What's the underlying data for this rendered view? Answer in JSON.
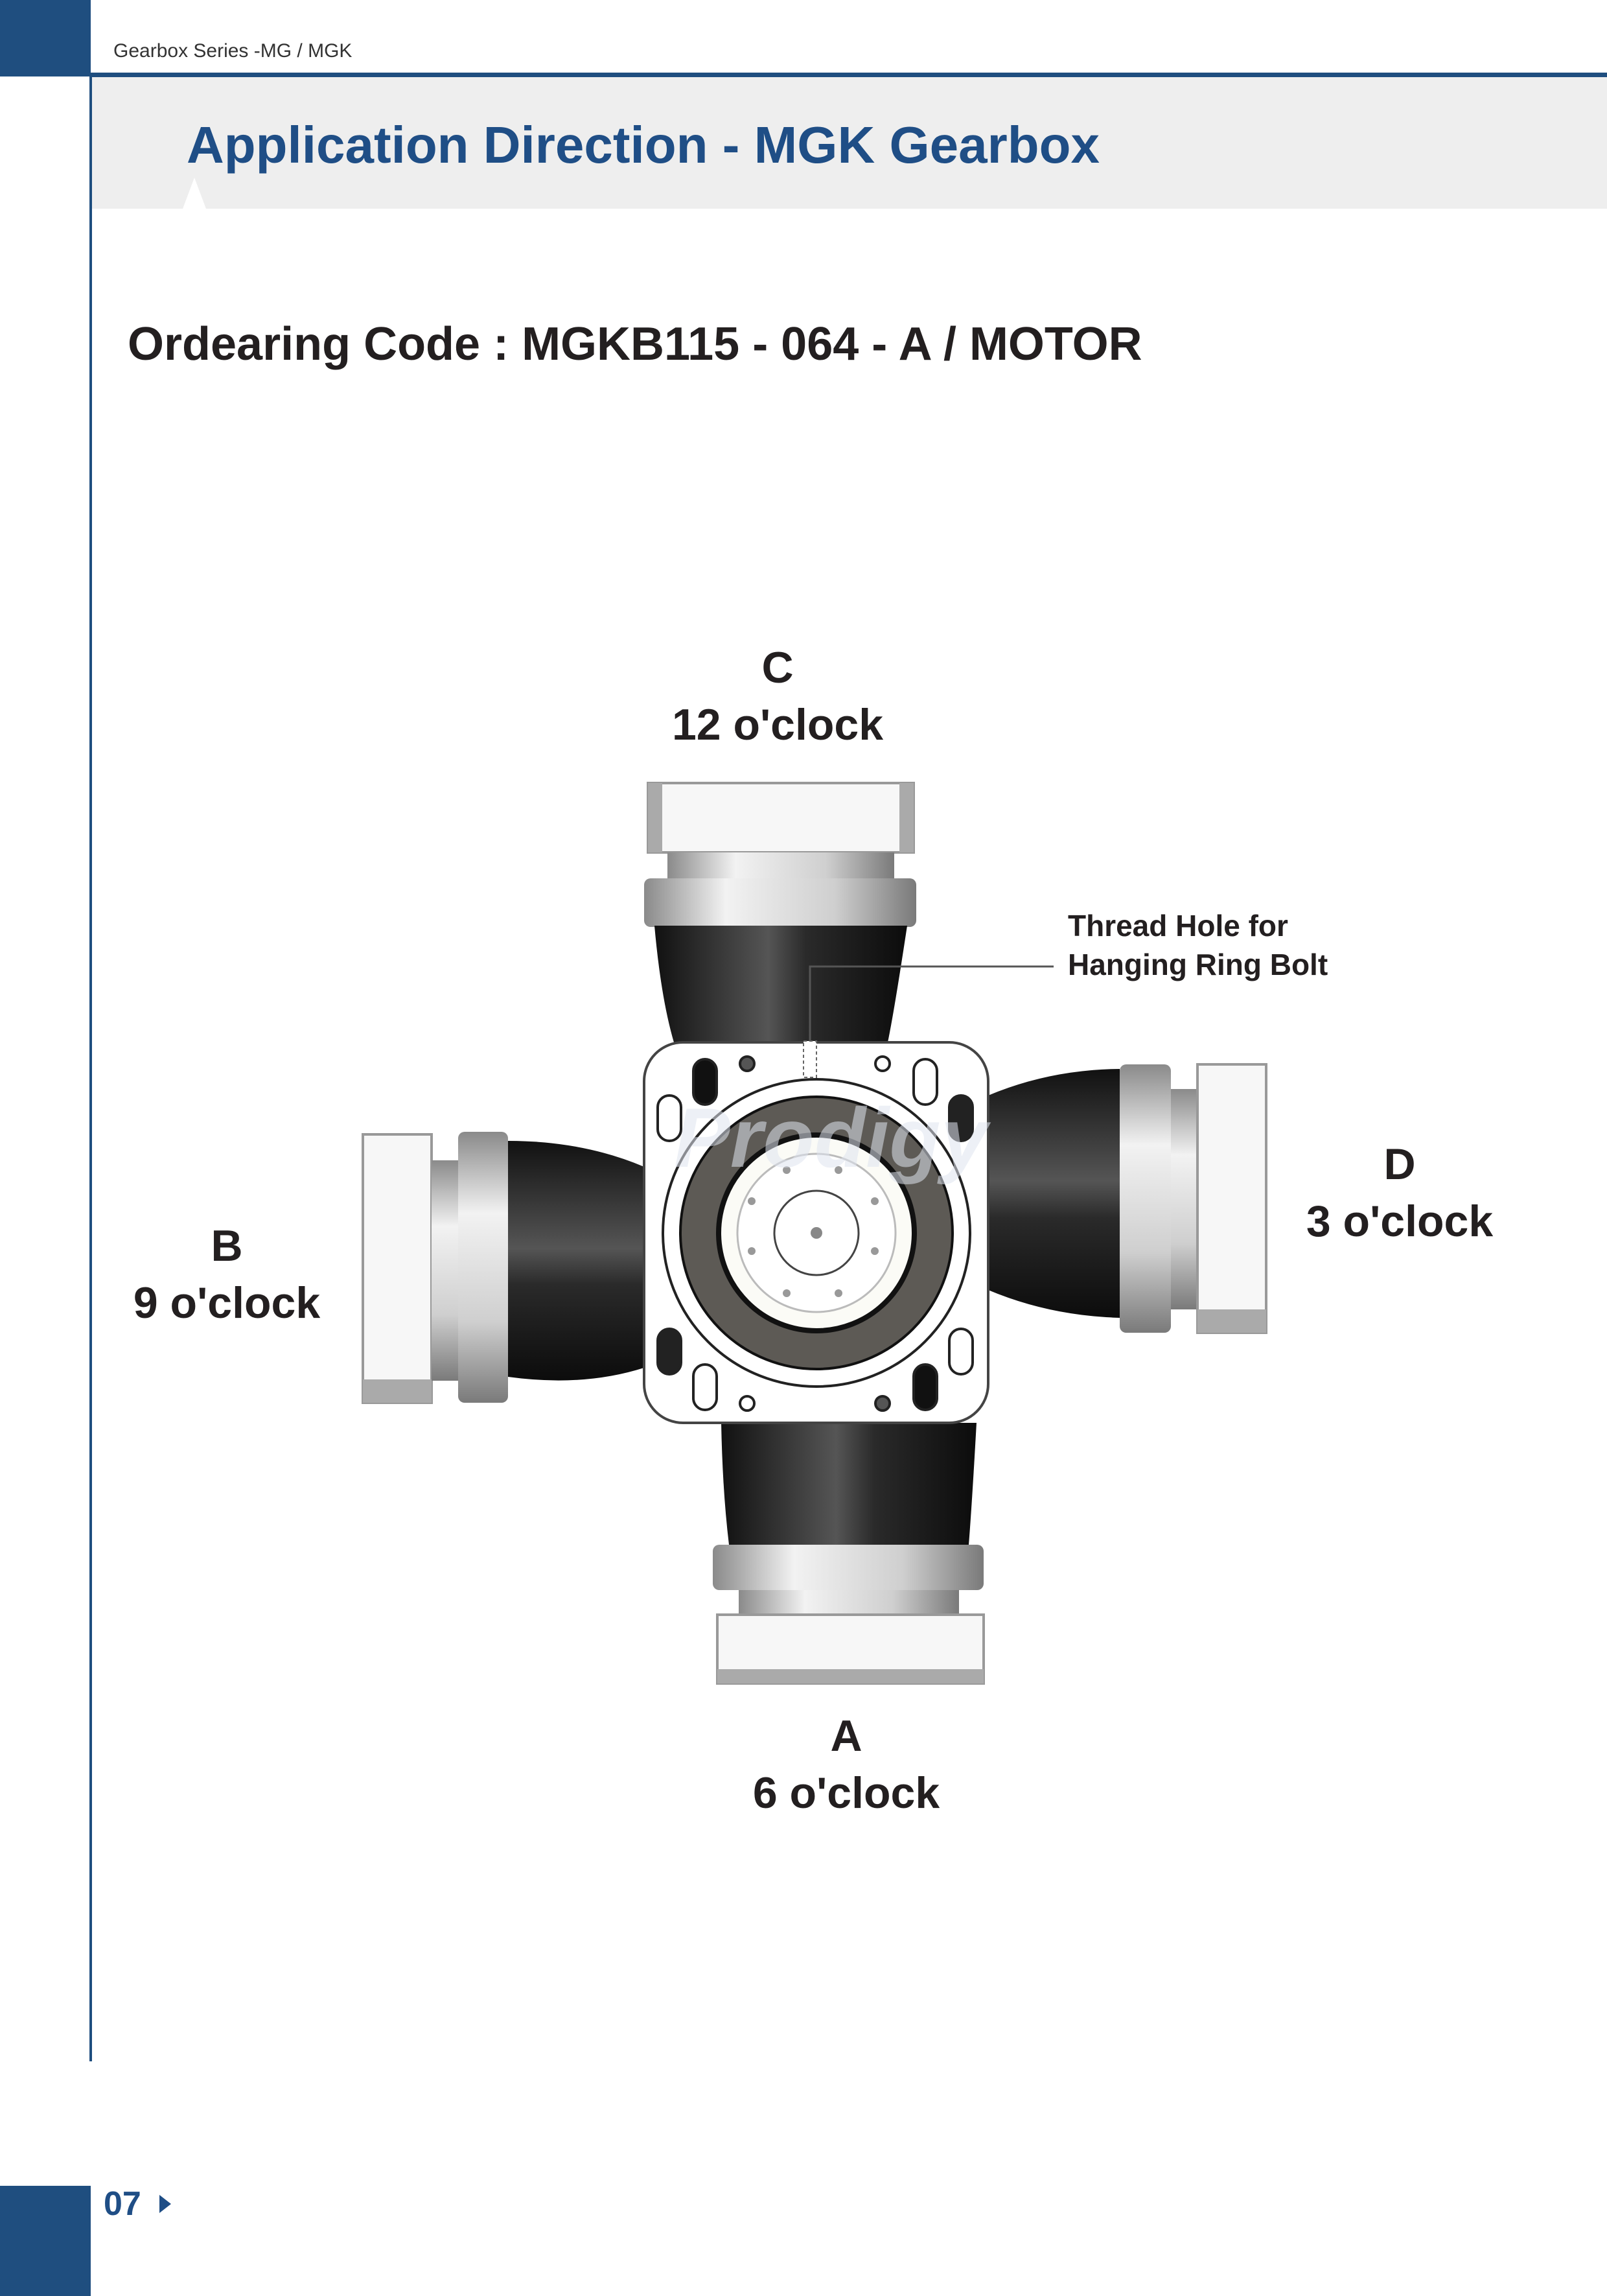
{
  "header": {
    "series": "Gearbox Series -MG / MGK",
    "title": "Application Direction - MGK Gearbox"
  },
  "ordering_code": "Ordearing Code : MGKB115 - 064 - A / MOTOR",
  "directions": {
    "c": {
      "letter": "C",
      "clock": "12 o'clock"
    },
    "d": {
      "letter": "D",
      "clock": "3 o'clock"
    },
    "b": {
      "letter": "B",
      "clock": "9 o'clock"
    },
    "a": {
      "letter": "A",
      "clock": "6 o'clock"
    }
  },
  "callout": {
    "line1": "Thread Hole for",
    "line2": "Hanging Ring Bolt"
  },
  "watermark": "Prodigy",
  "footer": {
    "page": "07"
  },
  "colors": {
    "brand": "#1f4e86",
    "band": "#eeeeee",
    "text": "#231f20"
  }
}
